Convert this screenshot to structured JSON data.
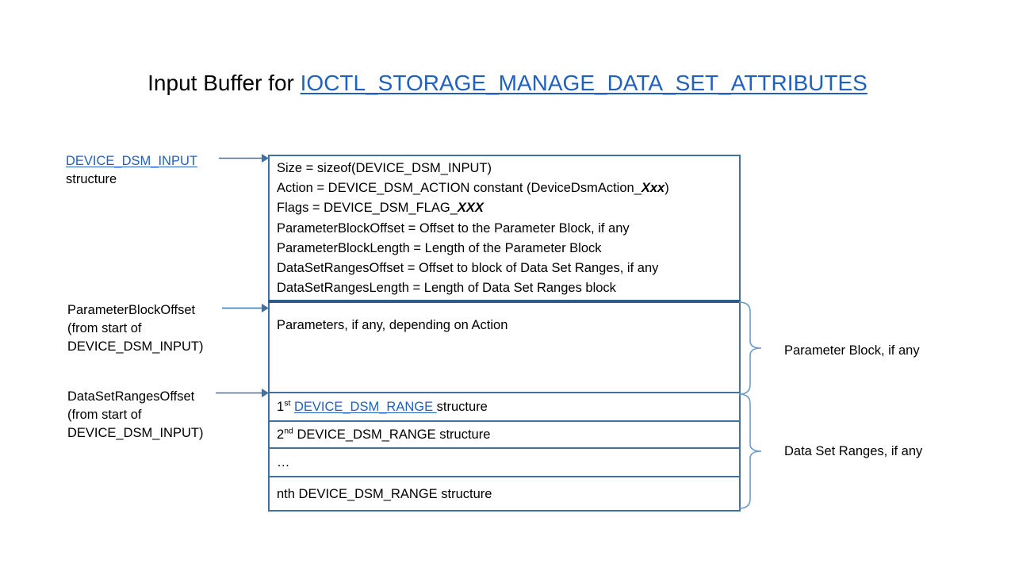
{
  "title": {
    "prefix": "Input Buffer for ",
    "link": "IOCTL_STORAGE_MANAGE_DATA_SET_ATTRIBUTES"
  },
  "colors": {
    "link": "#1F61C0",
    "border": "#41719C",
    "divider": "#2E5C8A",
    "text": "#000000",
    "background": "#ffffff"
  },
  "header_fields": [
    "Size  = sizeof(DEVICE_DSM_INPUT)",
    "Action = DEVICE_DSM_ACTION  constant (DeviceDsmAction_Xxx)",
    "Flags = DEVICE_DSM_FLAG_XXX",
    "ParameterBlockOffset  = Offset to the Parameter Block, if any",
    "ParameterBlockLength  = Length of the Parameter Block",
    "DataSetRangesOffset  = Offset to block of Data Set Ranges, if any",
    "DataSetRangesLength  = Length of Data Set Ranges block"
  ],
  "header_parts": {
    "line1": "Size  = sizeof(DEVICE_DSM_INPUT)",
    "line2_pre": "Action = DEVICE_DSM_ACTION  constant (DeviceDsmAction_",
    "line2_italic": "Xxx",
    "line2_post": ")",
    "line3_pre": "Flags = DEVICE_DSM_FLAG_",
    "line3_italic": "XXX",
    "line4": "ParameterBlockOffset  = Offset to the Parameter Block, if any",
    "line5": "ParameterBlockLength  = Length of the Parameter Block",
    "line6": "DataSetRangesOffset  = Offset to block of Data Set Ranges, if any",
    "line7": "DataSetRangesLength  = Length of Data Set Ranges block"
  },
  "parameters_row": {
    "text": "Parameters, if any, depending on Action"
  },
  "range_rows": [
    {
      "ordinal": "1",
      "ordinal_suffix": "st",
      "link": "DEVICE_DSM_RANGE ",
      "tail": "structure",
      "is_link": true
    },
    {
      "ordinal": "2",
      "ordinal_suffix": "nd",
      "link": "DEVICE_DSM_RANGE ",
      "tail": " structure",
      "is_link": false
    },
    {
      "ordinal": "…",
      "ordinal_suffix": "",
      "link": "",
      "tail": "",
      "is_link": false
    },
    {
      "ordinal": "nth ",
      "ordinal_suffix": "",
      "link": "DEVICE_DSM_RANGE ",
      "tail": " structure",
      "is_link": false
    }
  ],
  "left_labels": {
    "device_dsm_input": {
      "link": "DEVICE_DSM_INPUT",
      "line2": "structure"
    },
    "parameter_block_offset": {
      "line1": "ParameterBlockOffset",
      "line2": "(from start of",
      "line3": "DEVICE_DSM_INPUT)"
    },
    "data_set_ranges_offset": {
      "line1": "DataSetRangesOffset",
      "line2": "(from start of",
      "line3": "DEVICE_DSM_INPUT)"
    }
  },
  "right_labels": {
    "parameter_block": "Parameter Block, if any",
    "data_set_ranges": "Data Set Ranges, if any"
  }
}
